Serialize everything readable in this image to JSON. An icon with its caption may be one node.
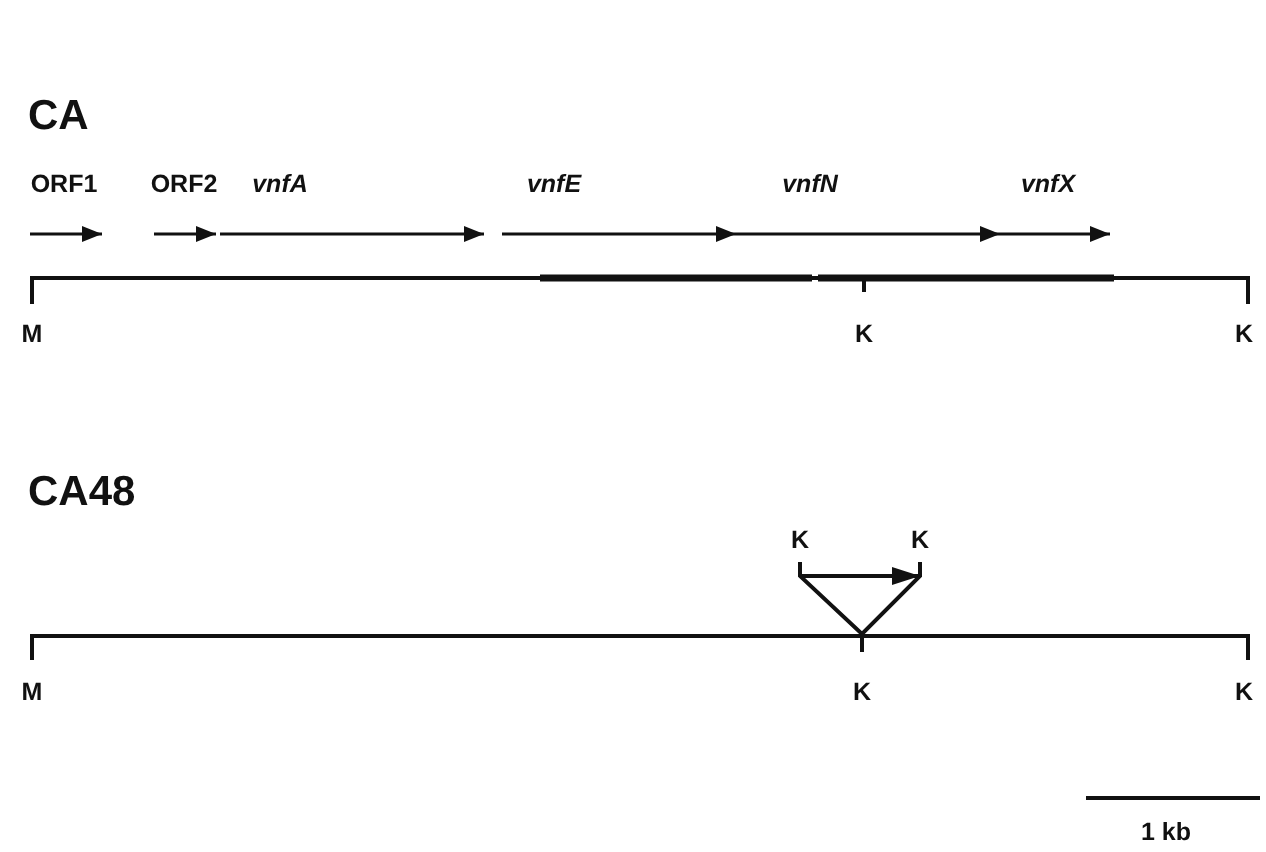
{
  "diagram": {
    "labels": [
      "CA",
      "ORF1",
      "ORF2",
      "vnfA",
      "vnfE",
      "vnfN",
      "vnfX",
      "M",
      "K",
      "K",
      "CA48",
      "K",
      "K",
      "M",
      "K",
      "K",
      "1 kb"
    ]
  }
}
